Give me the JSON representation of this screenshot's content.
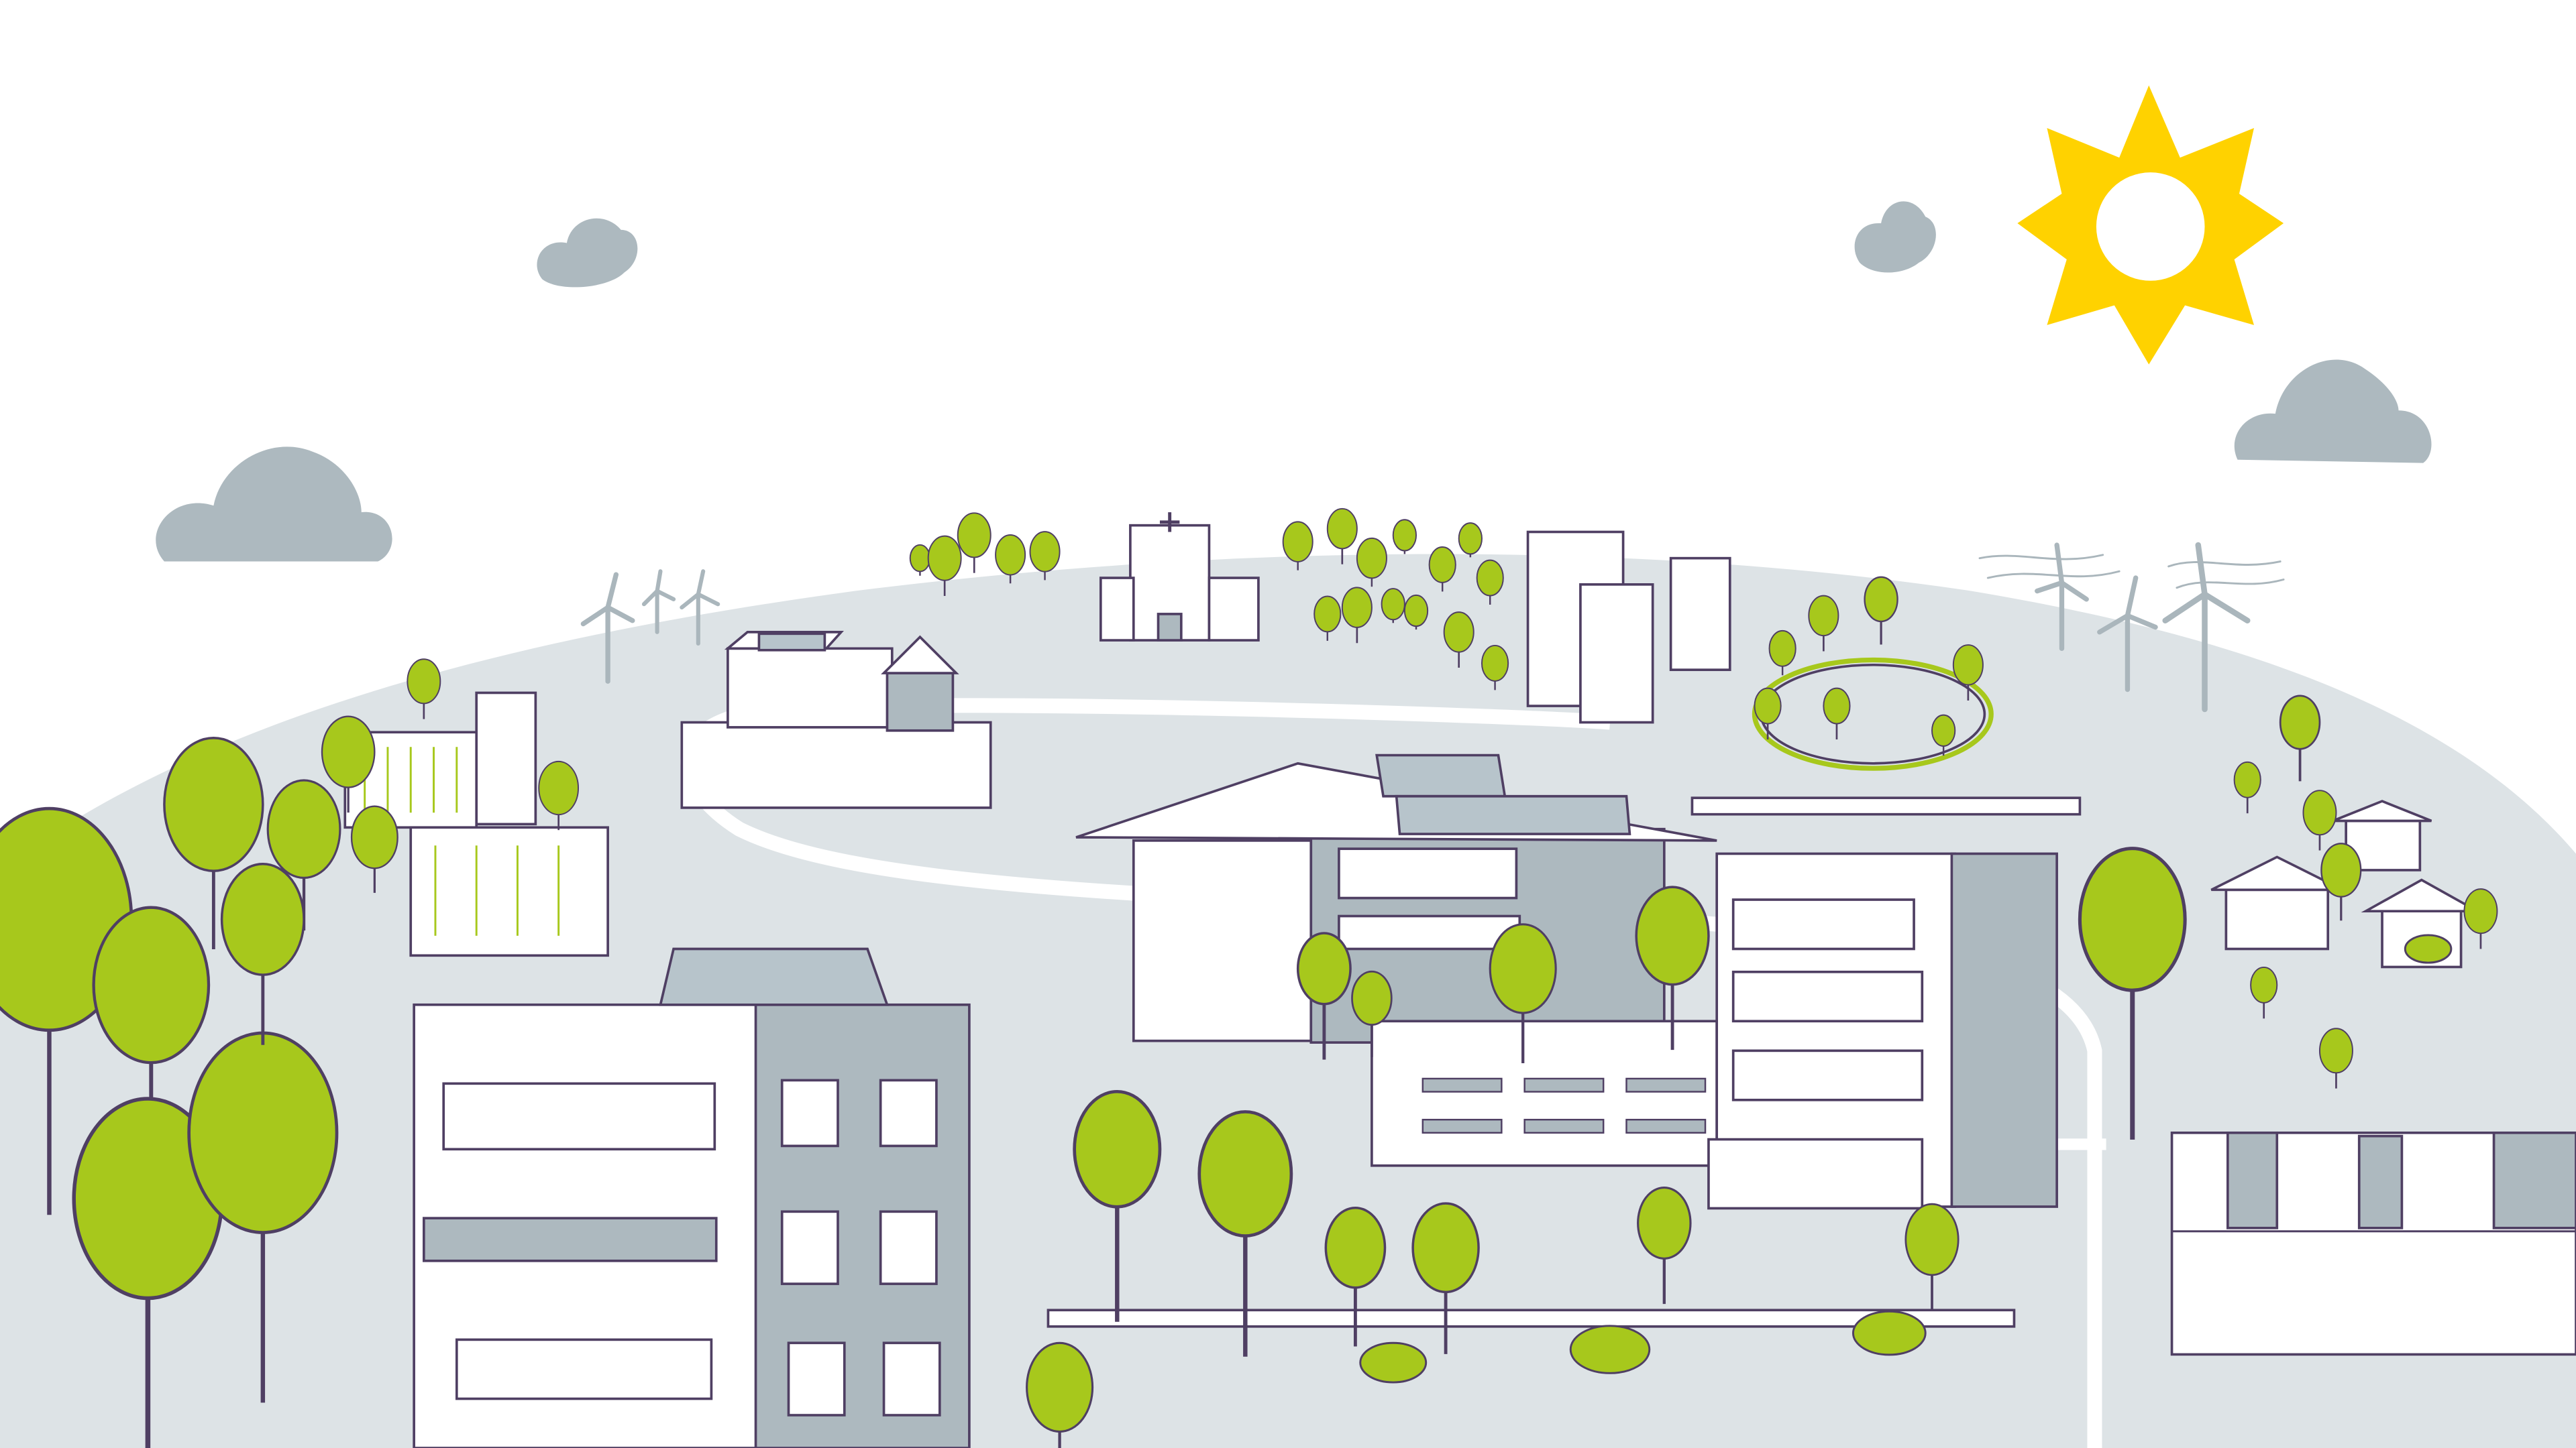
{
  "illustration": {
    "theme": "sustainable-city",
    "elements": [
      "sun",
      "clouds",
      "wind-turbines",
      "hospital",
      "school-with-solar-roof",
      "rooftop-farm",
      "apartment-blocks",
      "office-towers",
      "pond",
      "solar-panel-buildings",
      "vertical-garden",
      "houses",
      "trees",
      "row-houses",
      "park-path"
    ]
  },
  "colors": {
    "sky": "#ffffff",
    "hill": "#dde3e6",
    "road": "#ffffff",
    "outline": "#4f3f63",
    "building_light": "#ffffff",
    "building_gray": "#adb9bf",
    "tree_green": "#a7c81c",
    "tree_dark": "#8cb012",
    "sun_yellow": "#ffd200",
    "cloud": "#adb9bf",
    "solar_panel": "#b7c4cb",
    "turbine": "#aab6bc"
  }
}
